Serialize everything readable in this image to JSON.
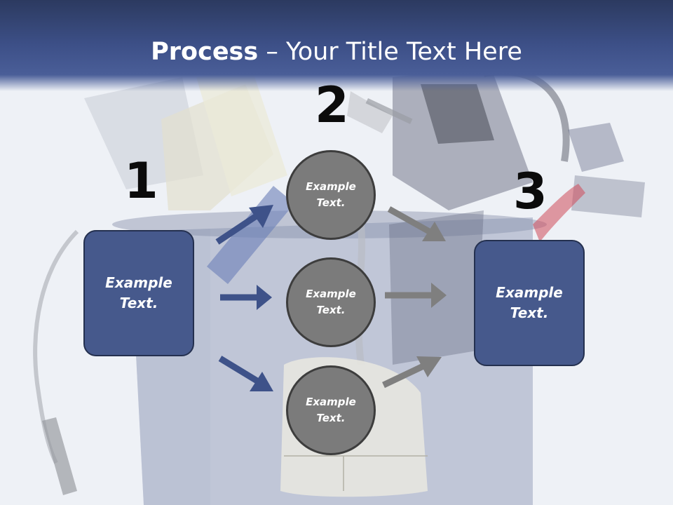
{
  "slide": {
    "title_bold": "Process",
    "title_rest": " – Your Title Text Here",
    "colors": {
      "header": "#3d5088",
      "box_fill": "#46598c",
      "circle_fill": "#7b7b7b",
      "blue_arrow": "#3e5289",
      "gray_arrow": "#7f7f7f"
    },
    "background_icon": "computer-junk-bin-photo"
  },
  "steps": [
    {
      "number": "1",
      "text": "Example\nText."
    },
    {
      "number": "2",
      "circles": [
        "Example\nText.",
        "Example\nText.",
        "Example\nText."
      ]
    },
    {
      "number": "3",
      "text": "Example\nText."
    }
  ]
}
